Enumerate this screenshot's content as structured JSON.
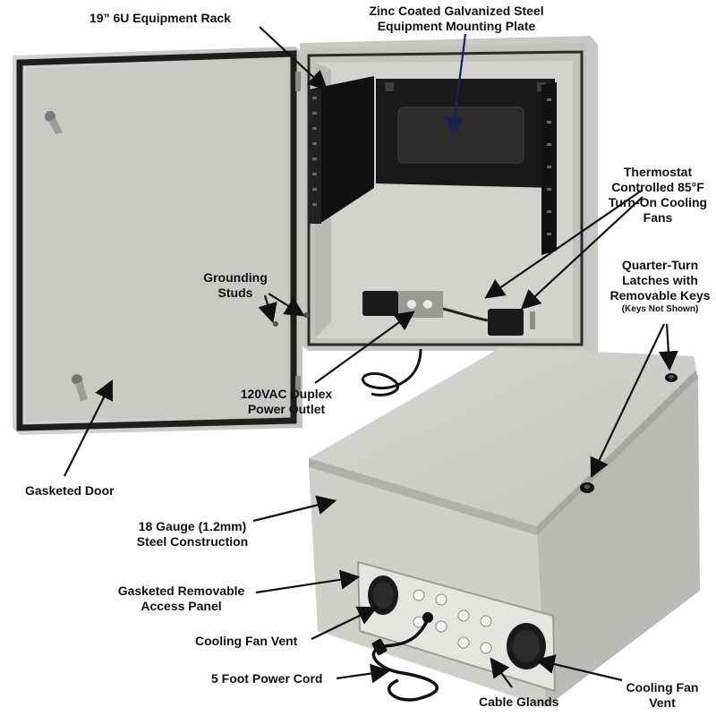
{
  "labels": {
    "rack": "19” 6U Equipment Rack",
    "plate_line1": "Zinc Coated Galvanized Steel",
    "plate_line2": "Equipment Mounting Plate",
    "thermo_line1": "Thermostat",
    "thermo_line2": "Controlled 85°F",
    "thermo_line3": "Turn-On Cooling",
    "thermo_line4": "Fans",
    "latches_line1": "Quarter-Turn",
    "latches_line2": "Latches with",
    "latches_line3": "Removable Keys",
    "latches_note": "(Keys Not Shown)",
    "ground_line1": "Grounding",
    "ground_line2": "Studs",
    "outlet_line1": "120VAC Duplex",
    "outlet_line2": "Power Outlet",
    "door": "Gasketed Door",
    "steel_line1": "18 Gauge (1.2mm)",
    "steel_line2": "Steel Construction",
    "panel_line1": "Gasketed Removable",
    "panel_line2": "Access Panel",
    "vent_left": "Cooling Fan Vent",
    "cord": "5 Foot Power Cord",
    "glands": "Cable Glands",
    "vent_right_line1": "Cooling Fan",
    "vent_right_line2": "Vent"
  },
  "colors": {
    "enclosure": "#cfd0cc",
    "enclosure_shadow": "#b4b5b1",
    "gasket": "#1e1e1e",
    "rack": "#151515",
    "panel": "#e6e6e3"
  }
}
